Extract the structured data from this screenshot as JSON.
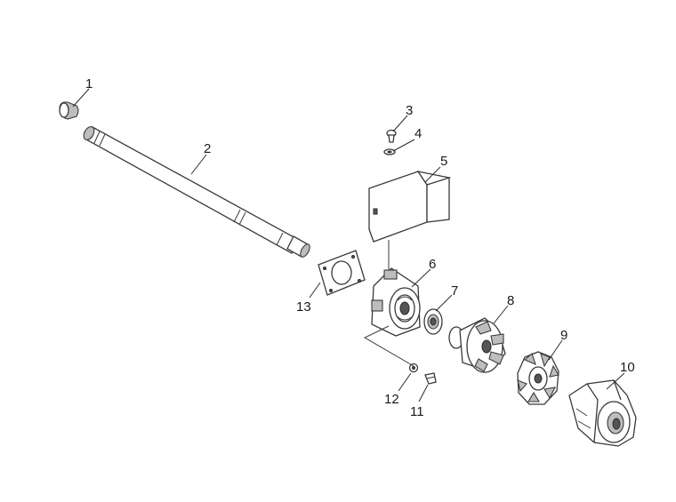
{
  "callouts": [
    {
      "id": "1",
      "text": "1"
    },
    {
      "id": "2",
      "text": "2"
    },
    {
      "id": "3",
      "text": "3"
    },
    {
      "id": "4",
      "text": "4"
    },
    {
      "id": "5",
      "text": "5"
    },
    {
      "id": "6",
      "text": "6"
    },
    {
      "id": "7",
      "text": "7"
    },
    {
      "id": "8",
      "text": "8"
    },
    {
      "id": "9",
      "text": "9"
    },
    {
      "id": "10",
      "text": "10"
    },
    {
      "id": "11",
      "text": "11"
    },
    {
      "id": "12",
      "text": "12"
    },
    {
      "id": "13",
      "text": "13"
    }
  ],
  "colors": {
    "line": "#3a3a3a",
    "shade": "#bdbdbd",
    "background": "#ffffff"
  }
}
